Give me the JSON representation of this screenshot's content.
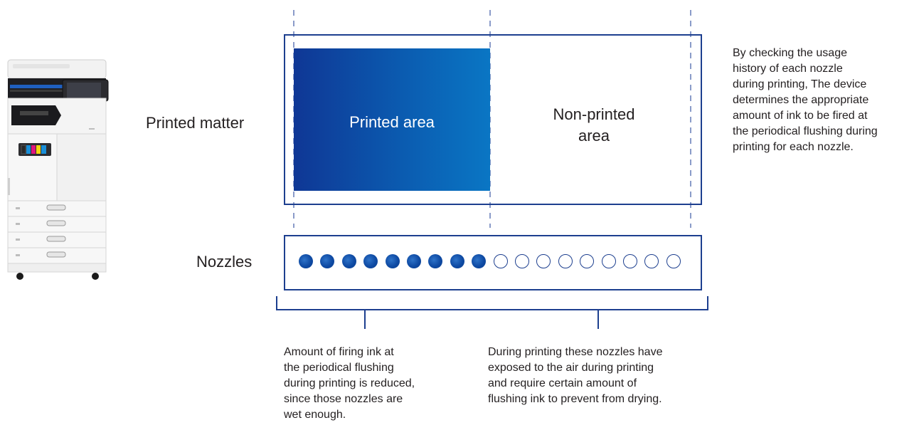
{
  "labels": {
    "printed_matter": "Printed matter",
    "nozzles": "Nozzles"
  },
  "printed_area_label": "Printed area",
  "non_printed_area_label": "Non-printed\narea",
  "side_note": "By checking the usage\nhistory of each nozzle\nduring printing, The device\ndetermines the appropriate\namount of ink to be fired at\nthe periodical flushing during\nprinting for each nozzle.",
  "note_left": "Amount of firing ink at\nthe periodical flushing\nduring printing is reduced,\nsince those nozzles are\nwet enough.",
  "note_right": "During printing these nozzles have\nexposed to the air during printing\nand require certain amount of\nflushing ink to prevent from drying.",
  "nozzles": {
    "filled_count": 9,
    "empty_count": 9
  },
  "colors": {
    "frame": "#1d3f8f",
    "dashed_line": "#8a9bc9",
    "nozzle_fill": "#0e4aa3",
    "printed_area_start": "#0f3795",
    "printed_area_end": "#0a76c4"
  },
  "printer_icon": "multifunction-printer-icon"
}
